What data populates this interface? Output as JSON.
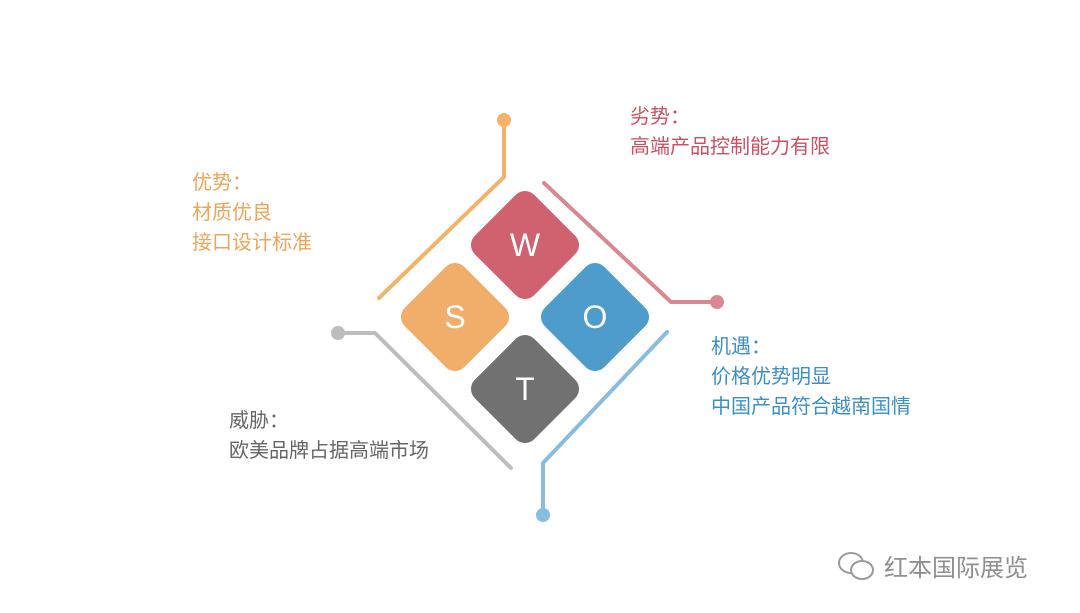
{
  "swot": {
    "strengths": {
      "letter": "S",
      "color": "#F0AE6A",
      "heading": "优势：",
      "items": [
        "材质优良",
        "接口设计标准"
      ]
    },
    "weaknesses": {
      "letter": "W",
      "color": "#D06270",
      "heading": "劣势：",
      "items": [
        "高端产品控制能力有限"
      ]
    },
    "opportunities": {
      "letter": "O",
      "color": "#4E9CCB",
      "heading": "机遇：",
      "items": [
        "价格优势明显",
        "中国产品符合越南国情"
      ]
    },
    "threats": {
      "letter": "T",
      "color": "#717171",
      "heading": "威胁：",
      "items": [
        "欧美品牌占据高端市场"
      ]
    }
  },
  "connector_colors": {
    "strengths": "#F2B366",
    "weaknesses": "#D98893",
    "opportunities": "#86BDE0",
    "threats": "#BDBDBD"
  },
  "text_colors": {
    "strengths": "#EDA55A",
    "weaknesses": "#CC4F62",
    "opportunities": "#3C8FC4",
    "threats": "#666666"
  },
  "watermark": {
    "icon": "wechat-icon",
    "text": "红本国际展览"
  }
}
